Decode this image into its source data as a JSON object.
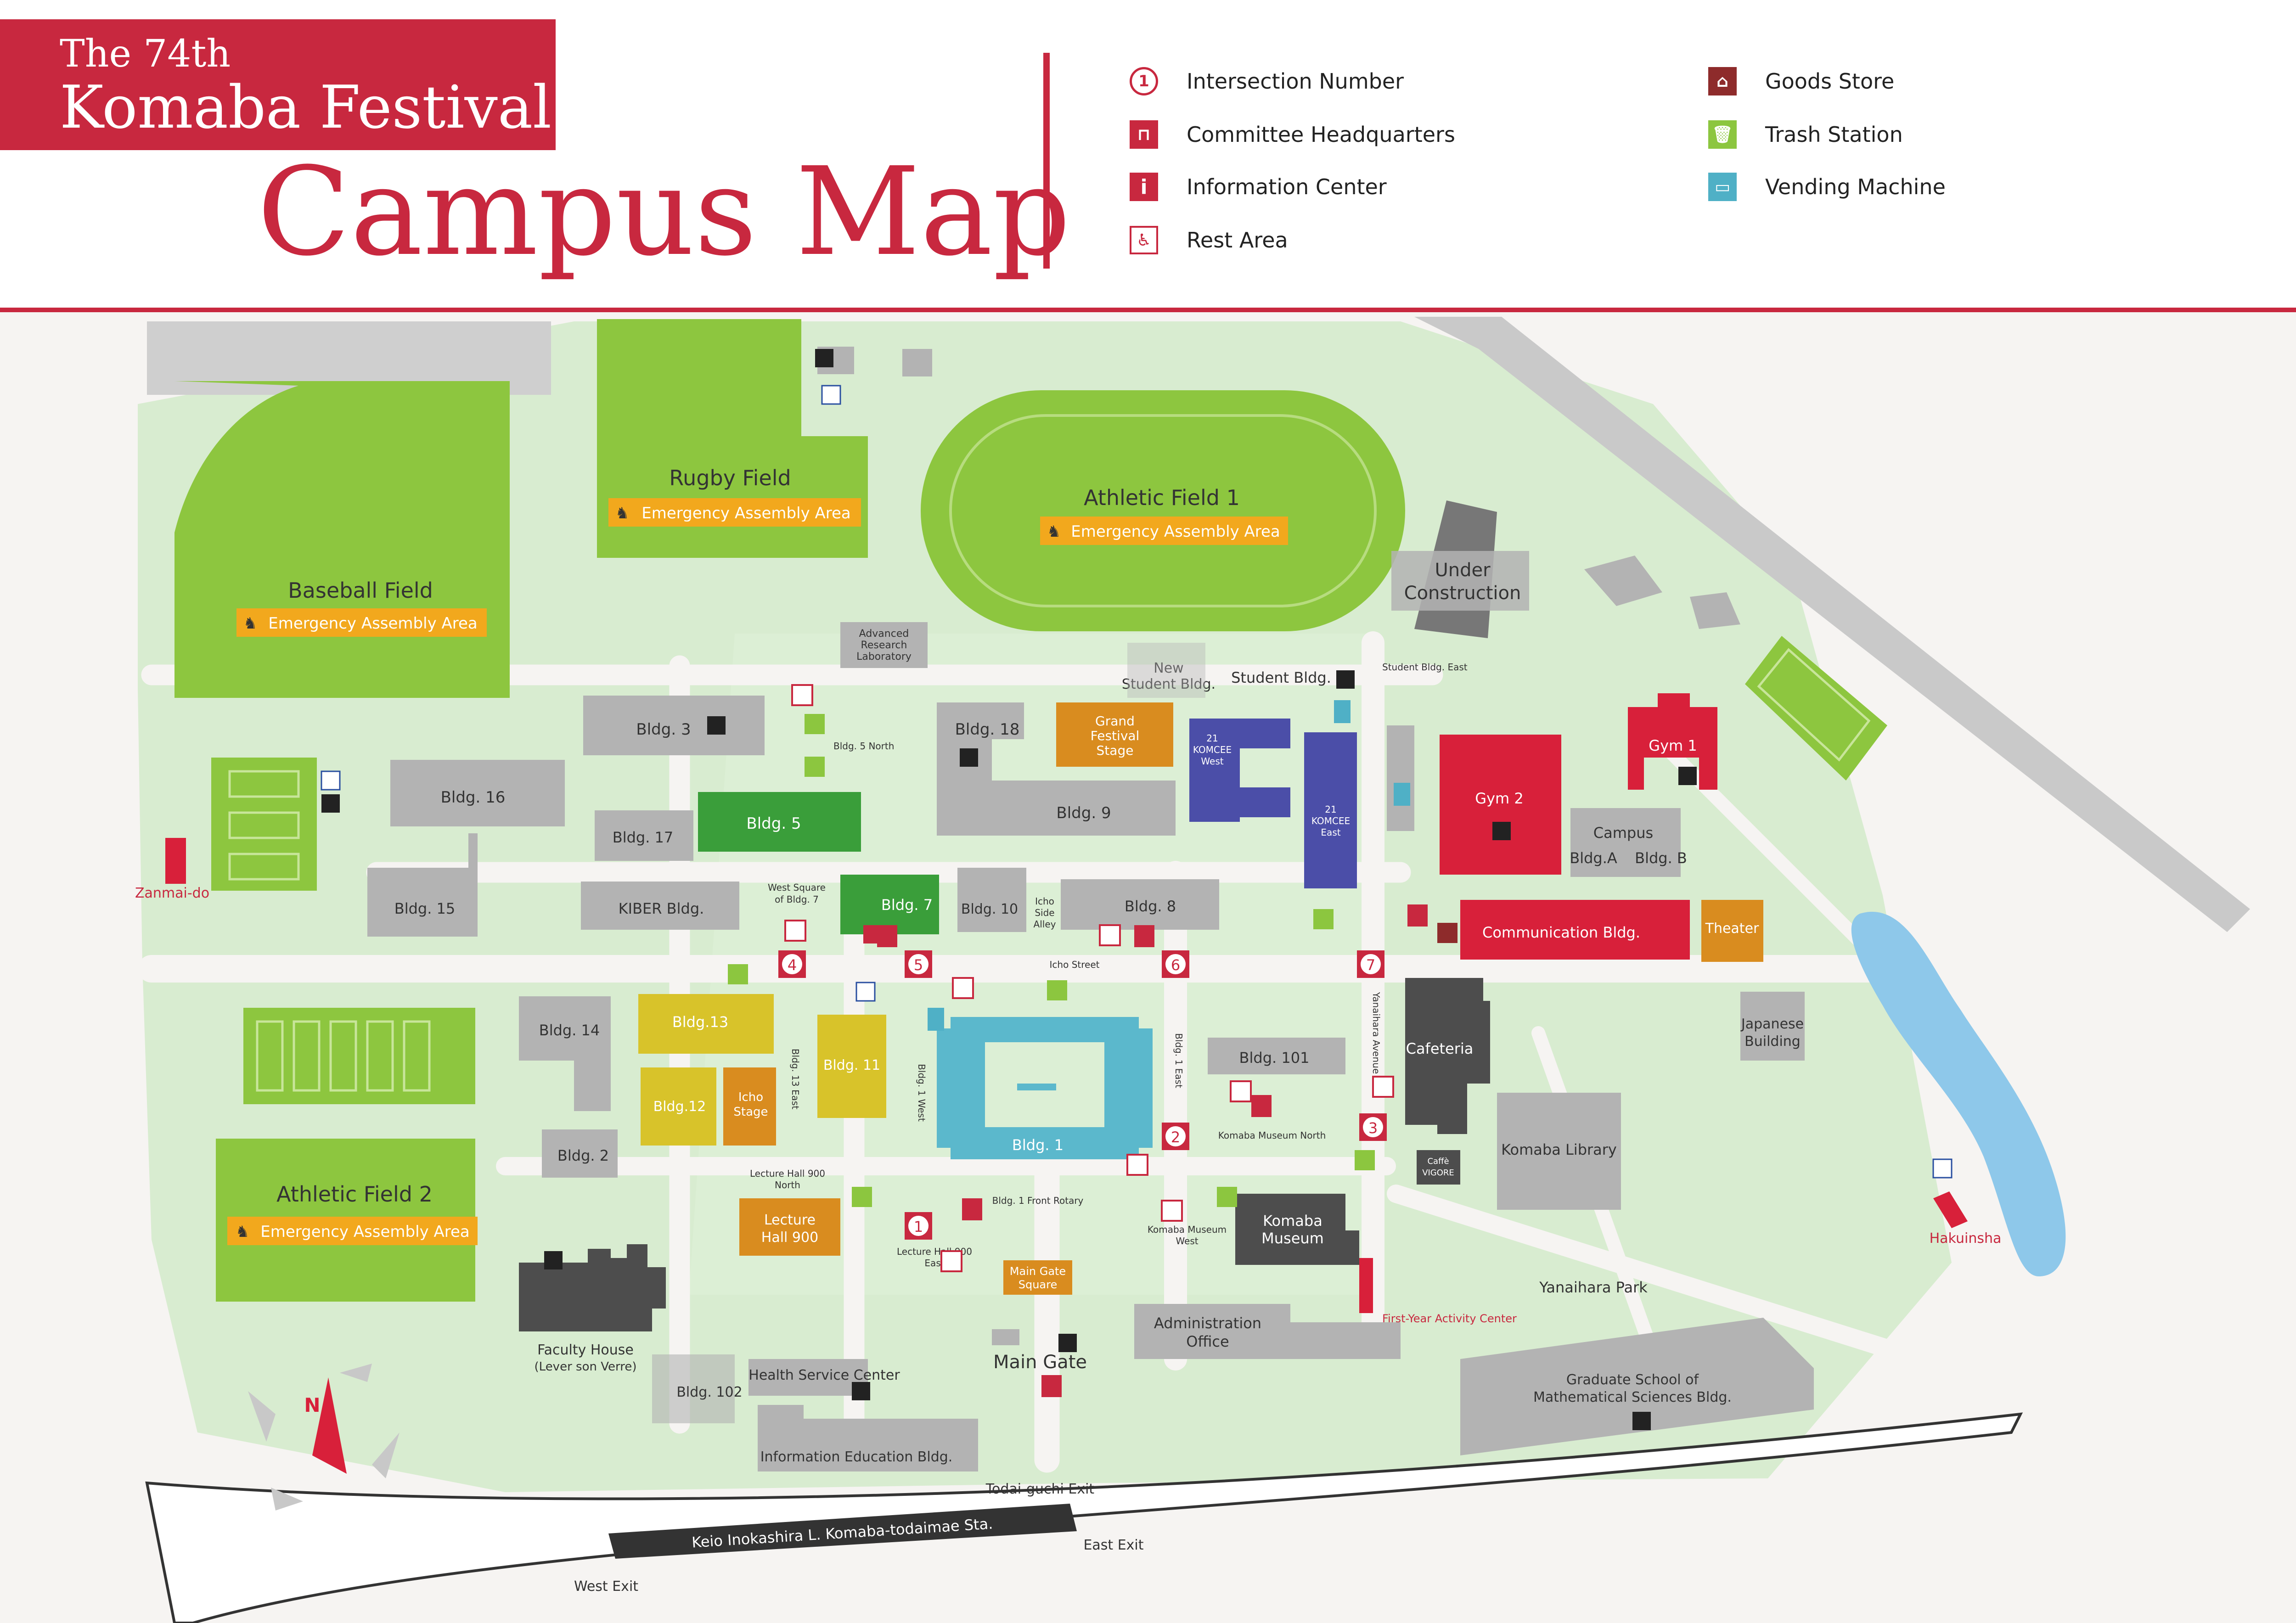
{
  "header": {
    "badge_line1": "The 74th",
    "badge_line2": "Komaba Festival",
    "title": "Campus Map"
  },
  "legend": [
    {
      "icon": "intersection-number-icon",
      "glyph": "1",
      "style": "circle",
      "label": "Intersection Number"
    },
    {
      "icon": "committee-headquarters-icon",
      "glyph": "⊓",
      "style": "hq",
      "label": "Committee Headquarters"
    },
    {
      "icon": "information-center-icon",
      "glyph": "i",
      "style": "info",
      "label": "Information Center"
    },
    {
      "icon": "rest-area-icon",
      "glyph": "♿",
      "style": "rest",
      "label": "Rest Area"
    },
    {
      "icon": "goods-store-icon",
      "glyph": "⌂",
      "style": "goods",
      "label": "Goods Store"
    },
    {
      "icon": "trash-station-icon",
      "glyph": "🗑",
      "style": "trash",
      "label": "Trash Station"
    },
    {
      "icon": "vending-machine-icon",
      "glyph": "▭",
      "style": "vend",
      "label": "Vending Machine"
    }
  ],
  "colors": {
    "brand": "#c8283f",
    "field": "#8dc63f",
    "gray_building": "#b3b3b3",
    "dark_building": "#4d4d4d",
    "komcee": "#4b4ea8",
    "bldg1": "#5bb8cc",
    "stage_orange": "#d98c1f",
    "yellow_building": "#d8c32a",
    "green_building": "#3a9e3a",
    "red_building": "#d8203a",
    "emergency_orange": "#f2a81d",
    "pond": "#8ec8ea",
    "grass": "#d8ecd0",
    "road": "#c9c9c9"
  },
  "map": {
    "fields": {
      "baseball": "Baseball Field",
      "rugby": "Rugby Field",
      "athletic1": "Athletic Field 1",
      "athletic2": "Athletic Field 2"
    },
    "emergency": "Emergency Assembly Area",
    "buildings": {
      "advanced_research": [
        "Advanced",
        "Research",
        "Laboratory"
      ],
      "bldg3": "Bldg. 3",
      "bldg5_north": "Bldg. 5 North",
      "bldg18": "Bldg. 18",
      "grand_stage": [
        "Grand",
        "Festival",
        "Stage"
      ],
      "new_student": [
        "New",
        "Student Bldg."
      ],
      "student_bldg": "Student Bldg.",
      "student_east": "Student Bldg. East",
      "under_construction": [
        "Under",
        "Construction"
      ],
      "komcee_west": [
        "21",
        "KOMCEE",
        "West"
      ],
      "komcee_east": [
        "21",
        "KOMCEE",
        "East"
      ],
      "gym1": "Gym 1",
      "gym2": "Gym 2",
      "campus_ab": [
        "Campus",
        "Bldg.A",
        "Bldg. B"
      ],
      "bldg16": "Bldg. 16",
      "bldg17": "Bldg. 17",
      "bldg5": "Bldg. 5",
      "bldg9": "Bldg. 9",
      "zanmai": "Zanmai-do",
      "bldg15": "Bldg. 15",
      "kiber": "KIBER Bldg.",
      "west_square": [
        "West Square",
        "of Bldg. 7"
      ],
      "bldg7": "Bldg. 7",
      "bldg10": "Bldg. 10",
      "icho_side": [
        "Icho",
        "Side",
        "Alley"
      ],
      "bldg8": "Bldg. 8",
      "communication": "Communication Bldg.",
      "theater": "Theater",
      "icho_street": "Icho Street",
      "yanaihara_avenue": "Yanaihara Avenue",
      "bldg14": "Bldg. 14",
      "bldg13": "Bldg.13",
      "bldg13_east": "Bldg. 13 East",
      "bldg11": "Bldg. 11",
      "bldg1_west": "Bldg. 1 West",
      "bldg1_east": "Bldg. 1 East",
      "bldg101": "Bldg. 101",
      "cafeteria": "Cafeteria",
      "japanese": [
        "Japanese",
        "Building"
      ],
      "bldg12": "Bldg.12",
      "icho_stage": [
        "Icho",
        "Stage"
      ],
      "bldg1": "Bldg. 1",
      "museum_north": "Komaba Museum North",
      "komaba_library": "Komaba Library",
      "bldg2": "Bldg. 2",
      "lh900_north": [
        "Lecture Hall 900",
        "North"
      ],
      "bldg1_front": "Bldg. 1 Front Rotary",
      "caffe": [
        "Caffè",
        "VIGORE"
      ],
      "lecture_hall": [
        "Lecture",
        "Hall 900"
      ],
      "lh900_east": [
        "Lecture Hall 900",
        "East"
      ],
      "main_gate_square": [
        "Main Gate",
        "Square"
      ],
      "museum_west": [
        "Komaba Museum",
        "West"
      ],
      "komaba_museum": [
        "Komaba",
        "Museum"
      ],
      "hakuinsha": "Hakuinsha",
      "yanaihara_park": "Yanaihara Park",
      "first_year": "First-Year Activity Center",
      "faculty_house": [
        "Faculty House",
        "(Lever son Verre)"
      ],
      "admin": [
        "Administration",
        "Office"
      ],
      "main_gate": "Main Gate",
      "health": "Health Service Center",
      "bldg102": "Bldg. 102",
      "grad_math": [
        "Graduate School of",
        "Mathematical Sciences Bldg."
      ],
      "info_edu": "Information Education Bldg.",
      "todai_exit": "Todai-guchi Exit",
      "station": "Keio Inokashira L. Komaba-todaimae Sta.",
      "east_exit": "East Exit",
      "west_exit": "West Exit"
    },
    "intersections": [
      "1",
      "2",
      "3",
      "4",
      "5",
      "6",
      "7"
    ],
    "north": "N"
  }
}
